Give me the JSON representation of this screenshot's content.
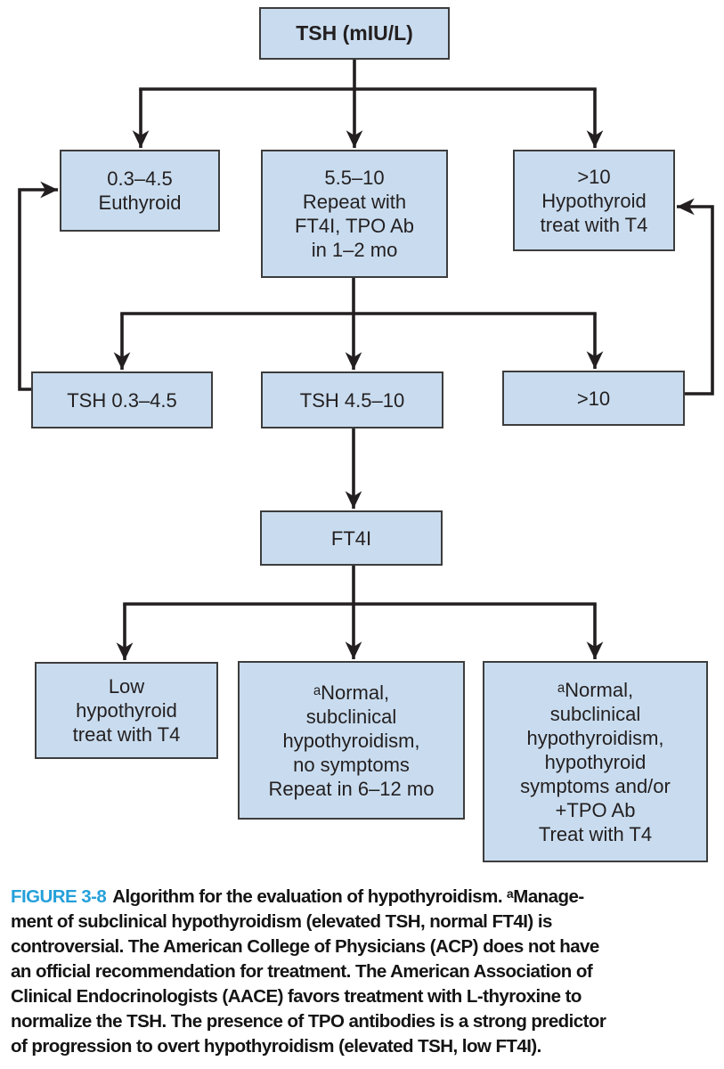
{
  "palette": {
    "box_fill": "#c9dcef",
    "box_border": "#3d3d3d",
    "line_color": "#231f20",
    "text_color": "#231f20",
    "figure_label_color": "#25a0da",
    "background": "#ffffff"
  },
  "flowchart": {
    "tsh_top": {
      "lines": [
        "TSH (mIU/L)"
      ]
    },
    "euthyroid": {
      "lines": [
        "0.3–4.5",
        "Euthyroid"
      ]
    },
    "repeat_test": {
      "lines": [
        "5.5–10",
        "Repeat with",
        "FT4I, TPO Ab",
        "in 1–2 mo"
      ]
    },
    "hypothyroid": {
      "lines": [
        ">10",
        "Hypothyroid",
        "treat with T4"
      ]
    },
    "tsh_03_45": {
      "lines": [
        "TSH 0.3–4.5"
      ]
    },
    "tsh_45_10": {
      "lines": [
        "TSH 4.5–10"
      ]
    },
    "gt_10": {
      "lines": [
        ">10"
      ]
    },
    "ft4i": {
      "lines": [
        "FT4I"
      ]
    },
    "low_ft4i": {
      "lines": [
        "Low",
        "hypothyroid",
        "treat with T4"
      ]
    },
    "normal_no_symptoms": {
      "lines": [
        "ᵃNormal,",
        "subclinical",
        "hypothyroidism,",
        "no symptoms",
        "Repeat in 6–12 mo"
      ]
    },
    "normal_symptoms": {
      "lines": [
        "ᵃNormal,",
        "subclinical",
        "hypothyroidism,",
        "hypothyroid",
        "symptoms and/or",
        "+TPO Ab",
        "Treat with T4"
      ]
    }
  },
  "caption": {
    "figure_label": "FIGURE 3-8",
    "text_lines": [
      "Algorithm for the evaluation of hypothyroidism. ᵃManage-",
      "ment of subclinical hypothyroidism (elevated TSH, normal FT4I) is",
      "controversial. The American College of Physicians (ACP) does not have",
      "an official recommendation for treatment. The American Association of",
      "Clinical Endocrinologists (AACE) favors treatment with L-thyroxine to",
      "normalize the TSH. The presence of TPO antibodies is a strong predictor",
      "of progression to overt hypothyroidism (elevated TSH, low FT4I)."
    ]
  }
}
